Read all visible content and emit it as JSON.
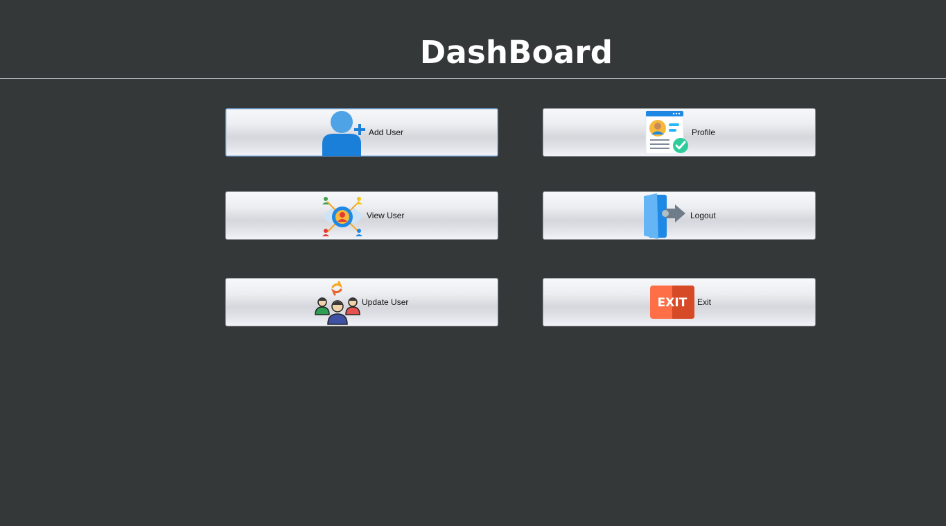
{
  "header": {
    "title": "DashBoard"
  },
  "buttons": {
    "add_user": {
      "label": "Add User",
      "icon": "add-user-icon"
    },
    "profile": {
      "label": "Profile",
      "icon": "profile-card-icon"
    },
    "view_user": {
      "label": "View User",
      "icon": "view-users-network-icon"
    },
    "logout": {
      "label": "Logout",
      "icon": "door-exit-arrow-icon"
    },
    "update_user": {
      "label": "Update User",
      "icon": "update-users-icon"
    },
    "exit": {
      "label": "Exit",
      "icon": "exit-sign-icon",
      "icon_text": "EXIT"
    }
  },
  "colors": {
    "background": "#353839",
    "title": "#ffffff",
    "button_focus_border": "#5f8ab4"
  }
}
